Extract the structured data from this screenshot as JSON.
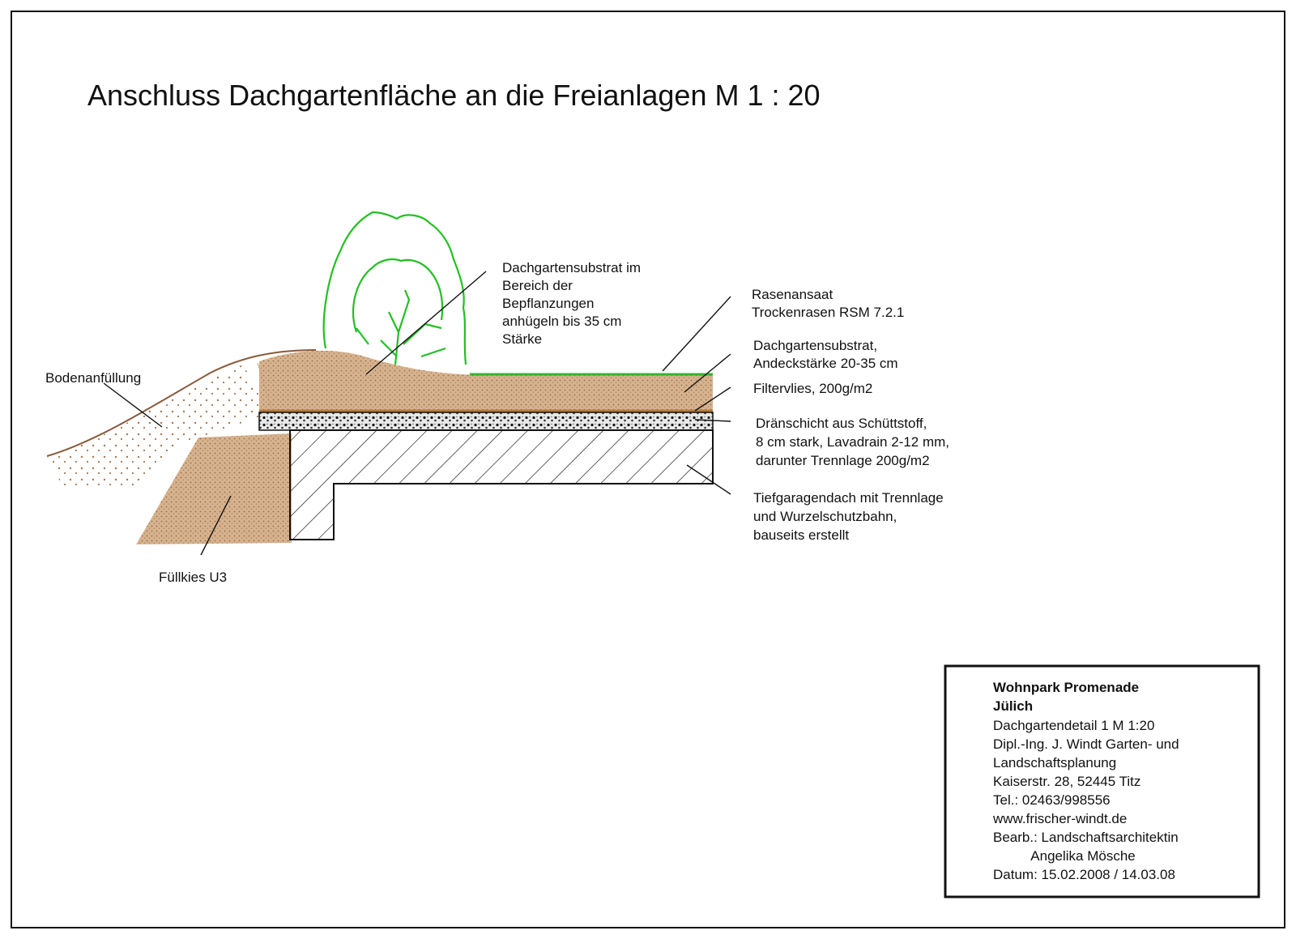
{
  "title": "Anschluss Dachgartenfläche an die Freianlagen  M 1 : 20",
  "labels": {
    "bodenanfuellung": "Bodenanfüllung",
    "substrat_pflanzung": [
      "Dachgartensubstrat im",
      "Bereich der",
      "Bepflanzungen",
      "anhügeln bis 35 cm",
      "Stärke"
    ],
    "rasen": [
      "Rasenansaat",
      "Trockenrasen RSM 7.2.1"
    ],
    "substrat": [
      "Dachgartensubstrat,",
      "Andeckstärke 20-35 cm"
    ],
    "filtervlies": "Filtervlies, 200g/m2",
    "draenschicht": [
      "Dränschicht aus Schüttstoff,",
      "8 cm stark, Lavadrain 2-12 mm,",
      "darunter Trennlage 200g/m2"
    ],
    "tiefgarage": [
      "Tiefgaragendach mit Trennlage",
      "und Wurzelschutzbahn,",
      "bauseits erstellt"
    ],
    "fuellkies": "Füllkies U3"
  },
  "title_block": {
    "project_line1": "Wohnpark Promenade",
    "project_line2": "Jülich",
    "lines": [
      "Dachgartendetail 1  M 1:20",
      "Dipl.-Ing. J. Windt Garten- und",
      "Landschaftsplanung",
      "Kaiserstr. 28, 52445 Titz",
      "Tel.: 02463/998556",
      "www.frischer-windt.de",
      "Bearb.: Landschaftsarchitektin",
      "          Angelika Mösche",
      "Datum: 15.02.2008 / 14.03.08"
    ]
  },
  "colors": {
    "soil": "#c9a27a",
    "soil_dots": "#a8774e",
    "grass": "#2fb82f",
    "plant": "#22c022",
    "line": "#111111",
    "filter": "#b97a3c"
  }
}
